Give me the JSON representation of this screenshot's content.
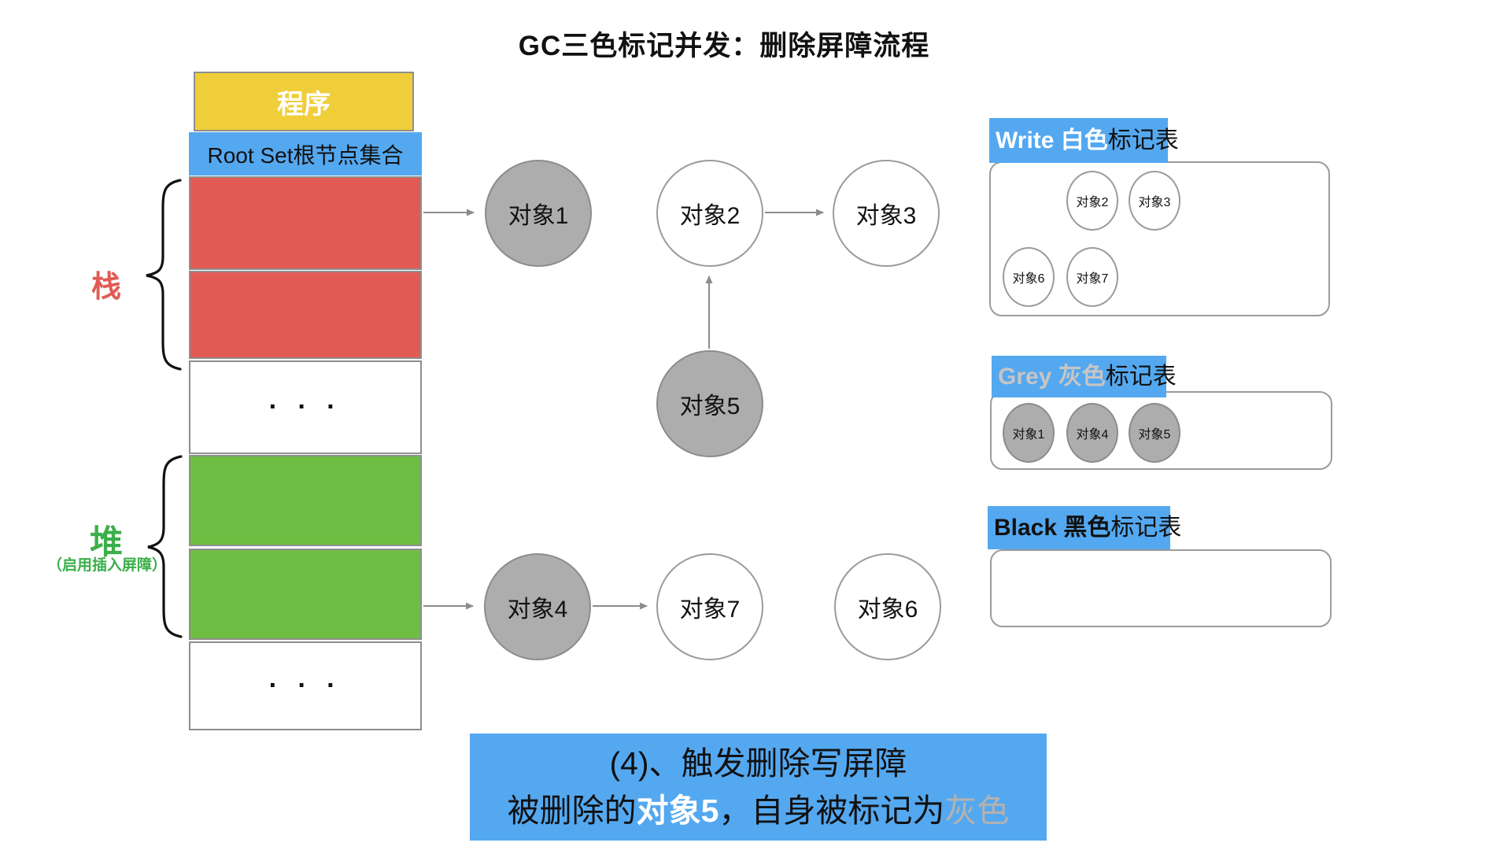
{
  "title": "GC三色标记并发：删除屏障流程",
  "memory_column": {
    "program_label": "程序",
    "root_set_label": "Root Set根节点集合",
    "stack_label": "栈",
    "heap_label": "堆",
    "heap_sublabel": "（启用插入屏障）",
    "ellipsis": "· · ·"
  },
  "nodes": {
    "obj1": {
      "label": "对象1",
      "state": "grey"
    },
    "obj2": {
      "label": "对象2",
      "state": "white"
    },
    "obj3": {
      "label": "对象3",
      "state": "white"
    },
    "obj4": {
      "label": "对象4",
      "state": "grey"
    },
    "obj5": {
      "label": "对象5",
      "state": "grey"
    },
    "obj6": {
      "label": "对象6",
      "state": "white"
    },
    "obj7": {
      "label": "对象7",
      "state": "white"
    }
  },
  "edges": [
    "root-set → 对象1",
    "对象2 → 对象3",
    "对象5 → 对象2",
    "heap → 对象4",
    "对象4 → 对象7"
  ],
  "tables": {
    "white": {
      "head": "Write 白色",
      "tail": "标记表",
      "items": [
        "对象2",
        "对象3",
        "对象6",
        "对象7"
      ]
    },
    "grey": {
      "head": "Grey 灰色",
      "tail": "标记表",
      "items": [
        "对象1",
        "对象4",
        "对象5"
      ]
    },
    "black": {
      "head": "Black 黑色",
      "tail": "标记表",
      "items": []
    }
  },
  "caption": {
    "line1": "(4)、触发删除写屏障",
    "line2": {
      "p1": "被删除的",
      "p2": "对象5",
      "p3": "，自身被标记为",
      "p4": "灰色"
    }
  },
  "colors": {
    "blue": "#54A8F0",
    "yellow": "#EFCE3A",
    "red": "#E15B54",
    "green": "#6FBE44",
    "node_grey_fill": "#ADADAD",
    "grey_header_text": "#C7C5C3",
    "caption_grey_text": "#B5B2AF",
    "stack_label_color": "#E15B54",
    "heap_label_color": "#3BAF4A"
  }
}
